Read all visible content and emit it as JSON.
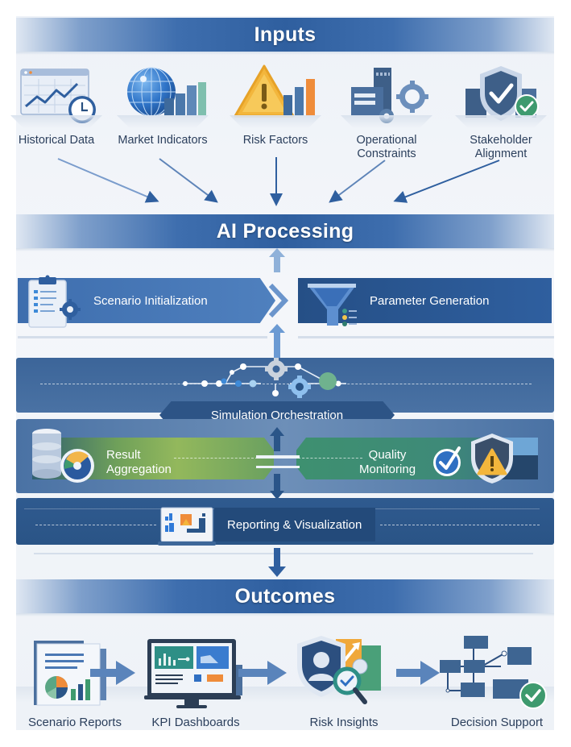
{
  "sections": {
    "inputs": {
      "title": "Inputs"
    },
    "processing": {
      "title": "AI Processing"
    },
    "outcomes": {
      "title": "Outcomes"
    }
  },
  "inputs": [
    {
      "label_line1": "Historical Data",
      "label_line2": "",
      "icon": "historical-data-icon"
    },
    {
      "label_line1": "Market Indicators",
      "label_line2": "",
      "icon": "market-indicators-icon"
    },
    {
      "label_line1": "Risk Factors",
      "label_line2": "",
      "icon": "risk-factors-icon"
    },
    {
      "label_line1": "Operational",
      "label_line2": "Constraints",
      "icon": "operational-constraints-icon"
    },
    {
      "label_line1": "Stakeholder",
      "label_line2": "Alignment",
      "icon": "stakeholder-alignment-icon"
    }
  ],
  "processing": {
    "scenario_initialization": "Scenario Initialization",
    "parameter_generation": "Parameter Generation",
    "simulation_orchestration": "Simulation Orchestration",
    "result_aggregation_line1": "Result",
    "result_aggregation_line2": "Aggregation",
    "quality_monitoring_line1": "Quality",
    "quality_monitoring_line2": "Monitoring",
    "reporting_visualization": "Reporting & Visualization"
  },
  "outcomes": [
    {
      "label": "Scenario Reports",
      "icon": "scenario-reports-icon"
    },
    {
      "label": "KPI Dashboards",
      "icon": "kpi-dashboards-icon"
    },
    {
      "label": "Risk Insights",
      "icon": "risk-insights-icon"
    },
    {
      "label": "Decision Support",
      "icon": "decision-support-icon"
    }
  ],
  "colors": {
    "primary_blue": "#2f5f9f",
    "dark_navy": "#274f80",
    "green": "#3e9a6e",
    "orange": "#ef8c3a",
    "yellow_warning": "#f3b63c"
  }
}
